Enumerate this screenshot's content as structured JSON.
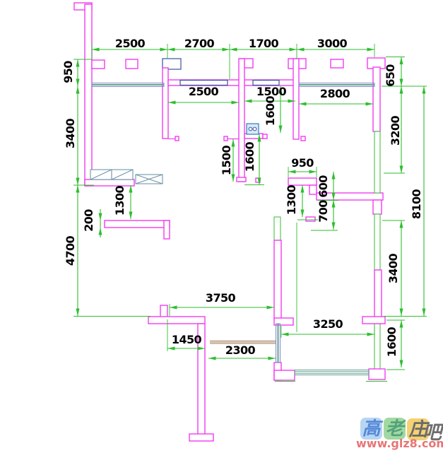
{
  "title": "apartment-floor-plan",
  "colors": {
    "wall": "#f23cf2",
    "dimension_green": "#2fbe2f",
    "dim_text": "#000000",
    "window_teal": "#679f94",
    "window_blue": "#8089cc",
    "lintel_navy": "#3b4fa0",
    "balcony_tan": "#bd9067",
    "stove_blue": "#3d85c8",
    "wardrobe_gray": "#7096a8"
  },
  "dims": {
    "top_row": [
      {
        "value": "2500"
      },
      {
        "value": "2700"
      },
      {
        "value": "1700"
      },
      {
        "value": "3000"
      }
    ],
    "upper_inner": [
      {
        "value": "2500"
      },
      {
        "value": "1500"
      },
      {
        "value": "2800"
      }
    ],
    "left_col": [
      {
        "value": "950"
      },
      {
        "value": "3400"
      },
      {
        "value": "4700"
      }
    ],
    "right_col": [
      {
        "value": "650"
      },
      {
        "value": "3200"
      },
      {
        "value": "8100"
      },
      {
        "value": "3400"
      },
      {
        "value": "1600"
      }
    ],
    "interior": {
      "kitchen_height_upper": "1600",
      "kitchen_height_lower": "1600",
      "hallway_1500": "1500",
      "bath_width_950": "950",
      "bath_1300": "1300",
      "bath_600": "600",
      "bath_700": "700",
      "closet_1300": "1300",
      "wall_200": "200",
      "living_width_3750": "3750",
      "entry_1450": "1450",
      "balcony_2300": "2300",
      "bedroom_width_3250": "3250"
    }
  },
  "icons": [
    {
      "name": "stove-icon"
    },
    {
      "name": "wardrobe-symbol"
    },
    {
      "name": "window-symbol"
    }
  ],
  "watermark": {
    "characters": [
      "高",
      "老",
      "庄",
      "吧"
    ],
    "url": "www.glz8.com"
  }
}
